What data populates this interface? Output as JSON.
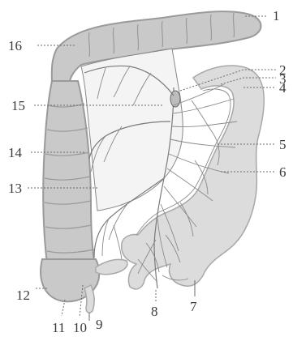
{
  "figure": {
    "labels": [
      {
        "id": "l1",
        "text": "1"
      },
      {
        "id": "l2",
        "text": "2"
      },
      {
        "id": "l3",
        "text": "3"
      },
      {
        "id": "l4",
        "text": "4"
      },
      {
        "id": "l5",
        "text": "5"
      },
      {
        "id": "l6",
        "text": "6"
      },
      {
        "id": "l7",
        "text": "7"
      },
      {
        "id": "l8",
        "text": "8"
      },
      {
        "id": "l9",
        "text": "9"
      },
      {
        "id": "l10",
        "text": "10"
      },
      {
        "id": "l11",
        "text": "11"
      },
      {
        "id": "l12",
        "text": "12"
      },
      {
        "id": "l13",
        "text": "13"
      },
      {
        "id": "l14",
        "text": "14"
      },
      {
        "id": "l15",
        "text": "15"
      },
      {
        "id": "l16",
        "text": "16"
      }
    ]
  }
}
